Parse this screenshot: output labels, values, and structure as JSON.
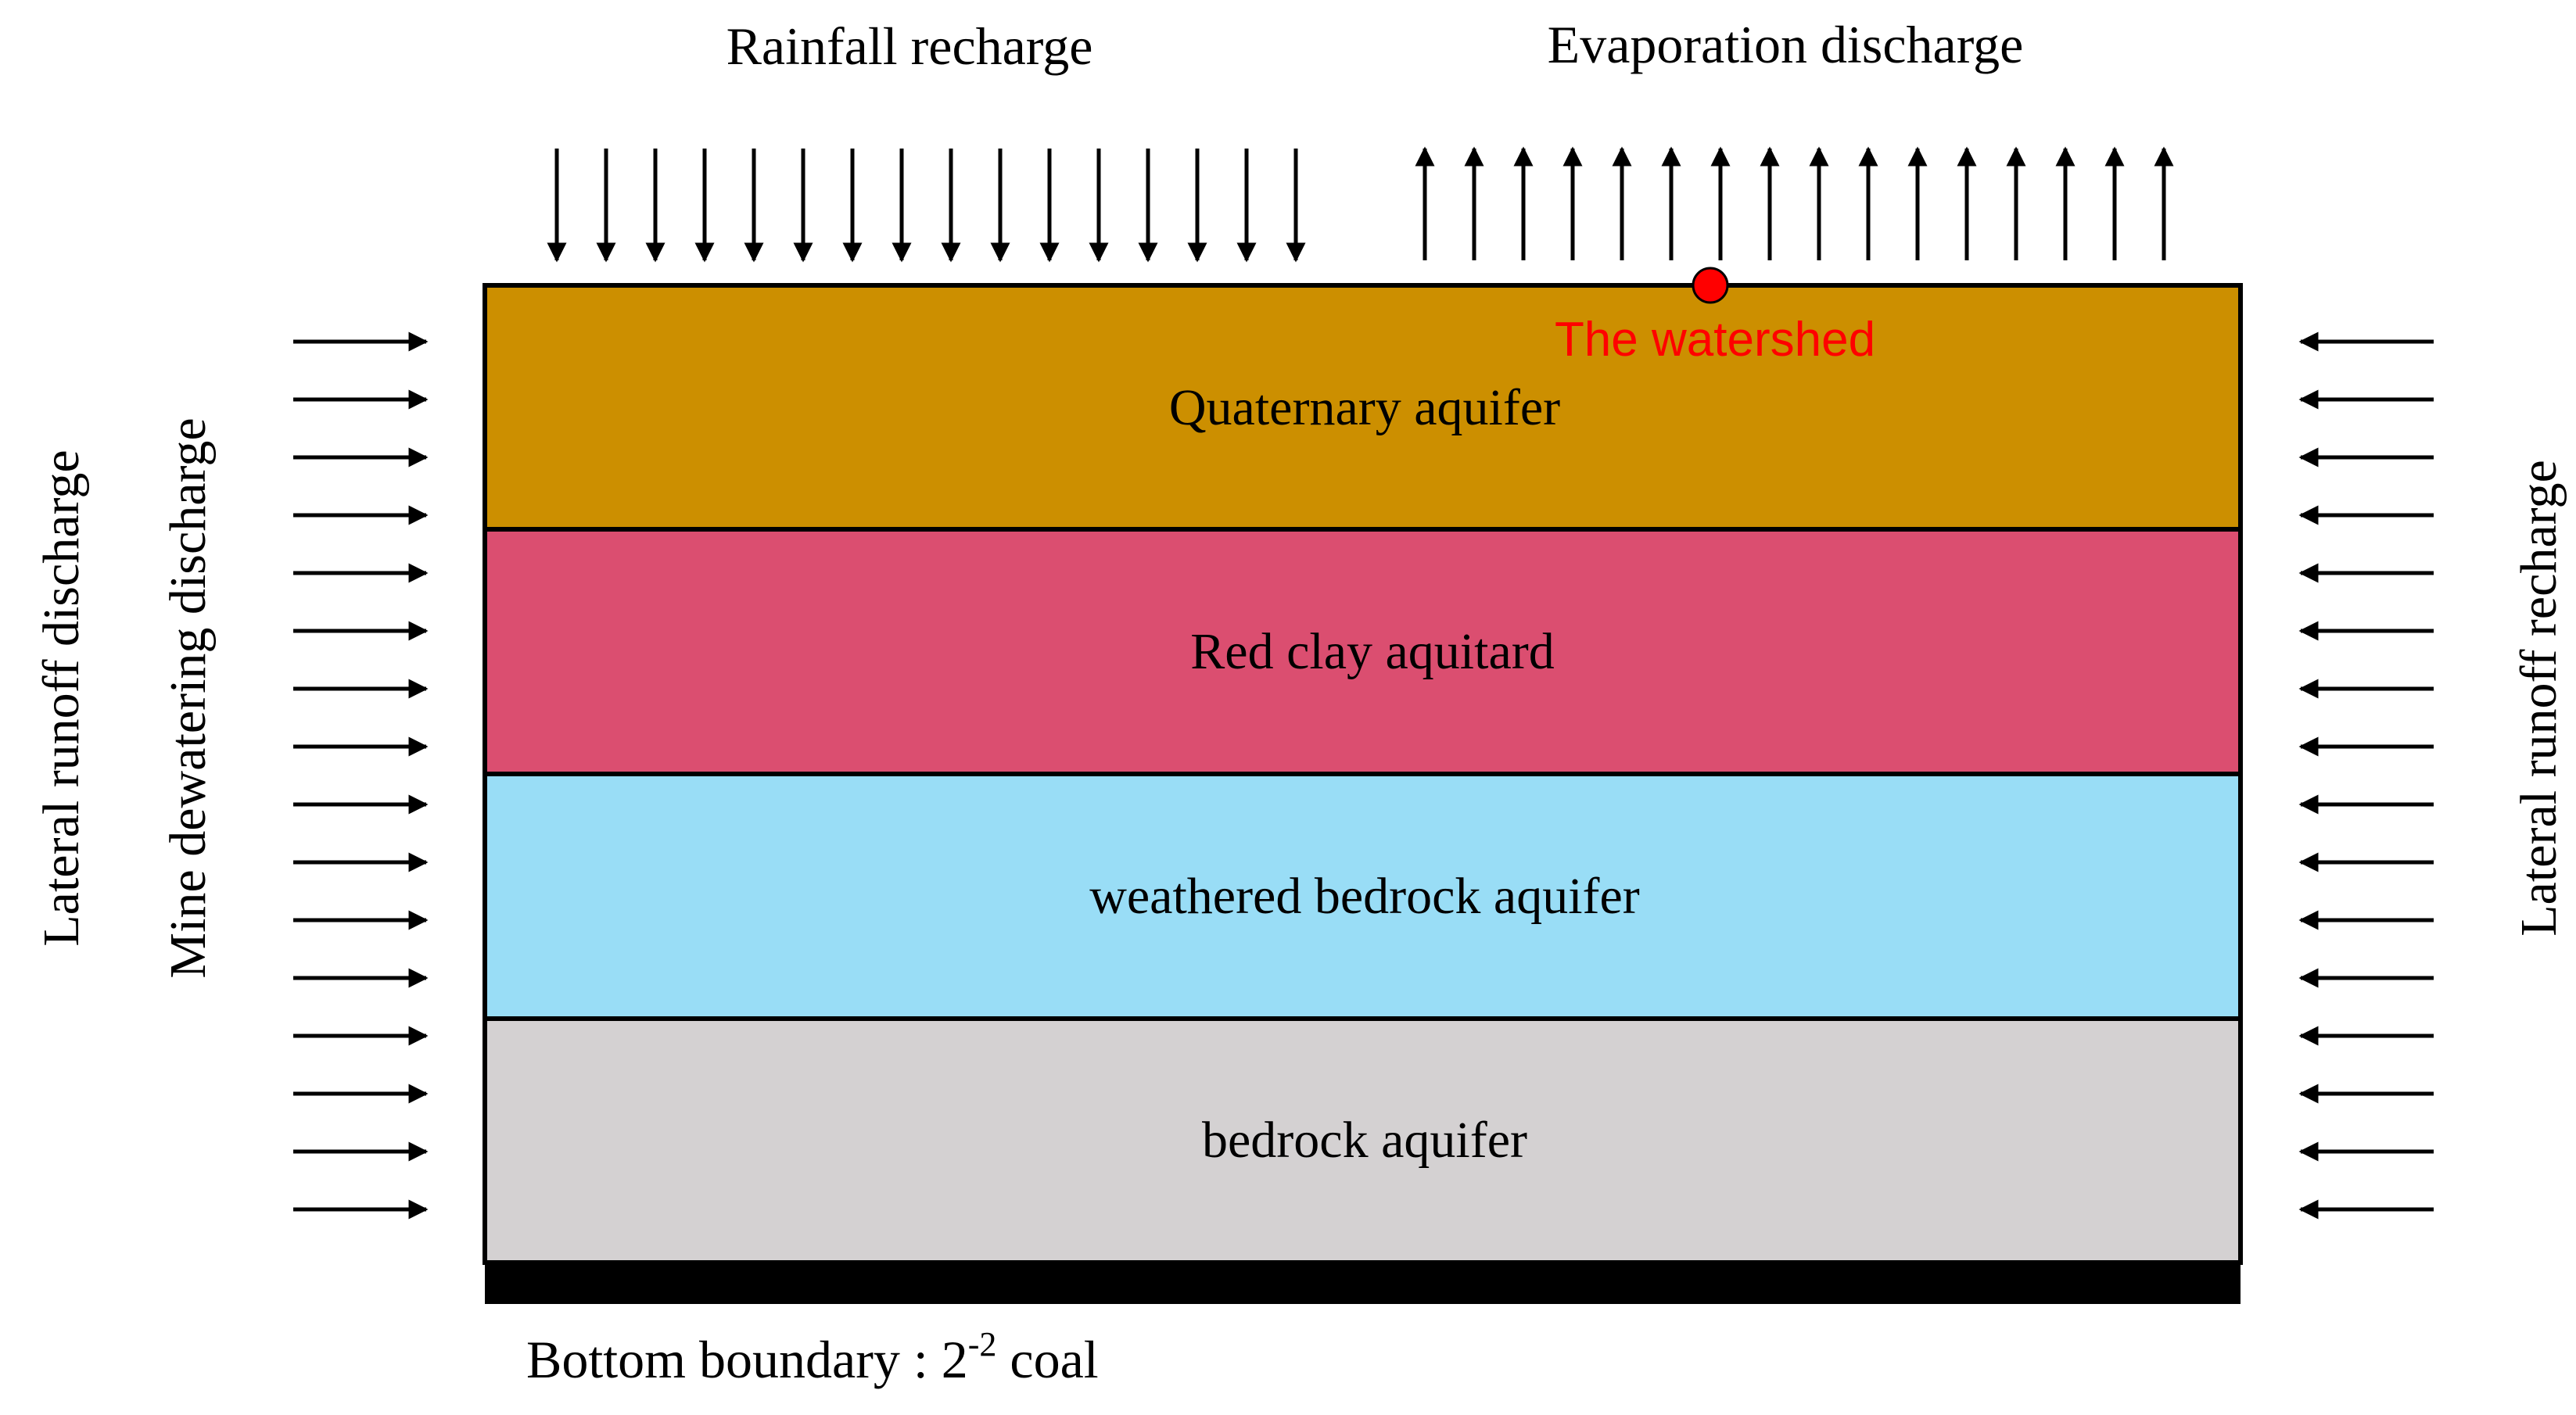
{
  "labels": {
    "rainfall": "Rainfall recharge",
    "evaporation": "Evaporation discharge",
    "watershed": "The watershed",
    "left_outer": "Lateral runoff discharge",
    "left_inner": "Mine dewatering discharge",
    "right": "Lateral runoff recharge",
    "bottom_prefix": "Bottom boundary : 2",
    "bottom_sup": "-2",
    "bottom_suffix": " coal"
  },
  "layers": [
    {
      "name": "Quaternary aquifer",
      "color": "#cc8f00"
    },
    {
      "name": "Red clay aquitard",
      "color": "#db4e70"
    },
    {
      "name": "weathered bedrock aquifer",
      "color": "#99ddf6"
    },
    {
      "name": "bedrock aquifer",
      "color": "#d4d1d2"
    }
  ],
  "colors": {
    "watershed": "#ff0000",
    "stroke": "#000000"
  }
}
